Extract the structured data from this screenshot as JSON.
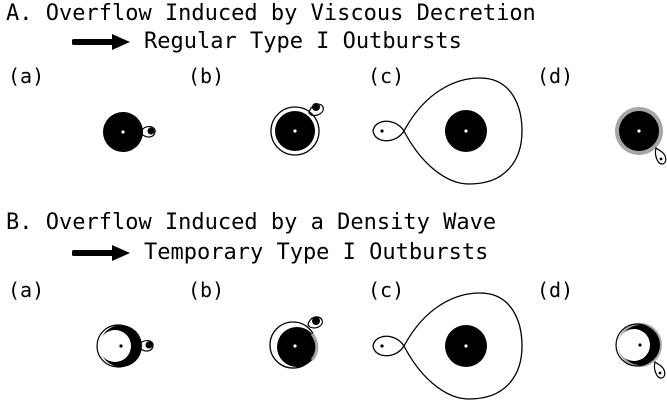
{
  "sections": [
    {
      "id": "A",
      "title": "A. Overflow Induced by Viscous Decretion",
      "result": "Regular Type I Outbursts",
      "panels": [
        "(a)",
        "(b)",
        "(c)",
        "(d)"
      ]
    },
    {
      "id": "B",
      "title": "B. Overflow Induced by a Density Wave",
      "result": "Temporary Type I Outbursts",
      "panels": [
        "(a)",
        "(b)",
        "(c)",
        "(d)"
      ]
    }
  ],
  "colors": {
    "ink": "#000000",
    "disk_glow": "#a6a6a6",
    "background": "#ffffff"
  },
  "icons": [
    "right-arrow-icon"
  ]
}
